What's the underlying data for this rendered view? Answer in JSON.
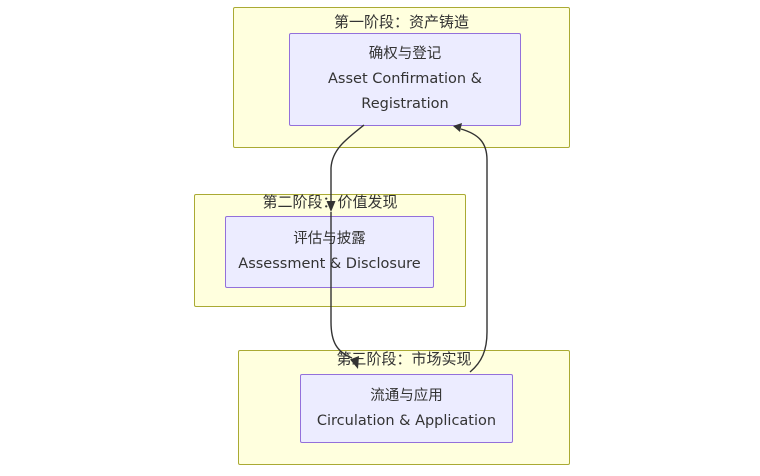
{
  "diagram": {
    "type": "flowchart",
    "title": "",
    "direction": "top-to-bottom cycle",
    "colors": {
      "cluster_fill": "#ffffde",
      "cluster_stroke": "#aaaa33",
      "node_fill": "#ececff",
      "node_stroke": "#9370db",
      "text": "#333333",
      "edge": "#333333",
      "background": "#ffffff"
    },
    "clusters": [
      {
        "id": "stage-1",
        "label": "第一阶段：资产铸造",
        "node": {
          "id": "node-asset-confirmation",
          "lines": [
            "确权与登记",
            "Asset Confirmation &",
            "Registration"
          ]
        }
      },
      {
        "id": "stage-2",
        "label": "第二阶段：价值发现",
        "node": {
          "id": "node-assessment-disclosure",
          "lines": [
            "评估与披露",
            "Assessment & Disclosure"
          ]
        }
      },
      {
        "id": "stage-3",
        "label": "第三阶段：市场实现",
        "node": {
          "id": "node-circulation-application",
          "lines": [
            "流通与应用",
            "Circulation & Application"
          ]
        }
      }
    ],
    "edges": [
      {
        "id": "edge-stage1-to-stage2",
        "from": "node-asset-confirmation",
        "to": "node-assessment-disclosure",
        "label": ""
      },
      {
        "id": "edge-stage2-to-stage3",
        "from": "node-assessment-disclosure",
        "to": "node-circulation-application",
        "label": ""
      },
      {
        "id": "edge-stage3-to-stage1",
        "from": "node-circulation-application",
        "to": "node-asset-confirmation",
        "label": ""
      }
    ]
  }
}
